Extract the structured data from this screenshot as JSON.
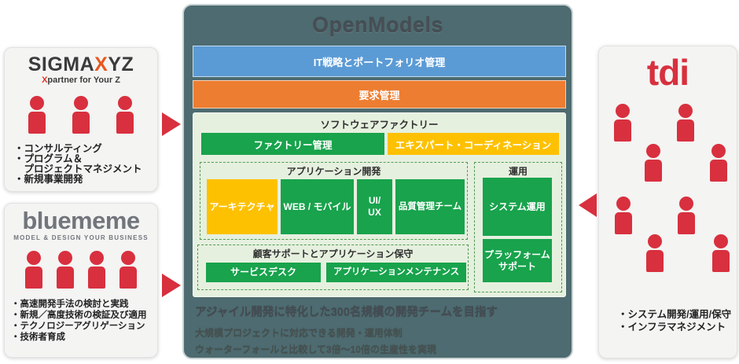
{
  "colors": {
    "panel_teal": "#4d6b70",
    "card_gray": "#f4f4f3",
    "blue_bar": "#5b9bd5",
    "orange_bar": "#ed7d31",
    "factory_bg": "#e6f0df",
    "green_box": "#18a34c",
    "yellow_box": "#fec101",
    "red_accent": "#d8303e",
    "dashed_green": "#4f9b51"
  },
  "sigmaxyz": {
    "logo_pre": "SIGMA",
    "logo_x": "X",
    "logo_post": "YZ",
    "tagline_x": "X",
    "tagline_rest": "partner for Your Z",
    "person_count": 3,
    "bullets": [
      "・コンサルティング",
      "・プログラム＆",
      "　プロジェクトマネジメント",
      "・新規事業開発"
    ]
  },
  "bluememe": {
    "logo": "bluememe",
    "tagline": "MODEL & DESIGN YOUR BUSINESS",
    "person_count": 4,
    "bullets": [
      "・高速開発手法の検討と実践",
      "・新規／高度技術の検証及び適用",
      "・テクノロジーアグリゲーション",
      "・技術者育成"
    ]
  },
  "tdi": {
    "logo": "tdi",
    "person_count": 8,
    "bullets": [
      "・システム開発/運用/保守",
      "・インフラマネジメント"
    ]
  },
  "openmodels": {
    "title": "OpenModels",
    "it_strategy_bar": "IT戦略とポートフォリオ管理",
    "requirements_bar": "要求管理",
    "factory": {
      "title": "ソフトウェアファクトリー",
      "factory_management": "ファクトリー管理",
      "expert_coordination": "エキスパート・コーディネーション",
      "app_dev": {
        "title": "アプリケーション開発",
        "boxes": [
          {
            "label": "アーキテクチャ"
          },
          {
            "label": "WEB / モバイル"
          },
          {
            "label": "UI/",
            "label2": "UX"
          },
          {
            "label": "品質管理チーム"
          }
        ]
      },
      "operations": {
        "title": "運用",
        "boxes": [
          {
            "label": "システム運用"
          },
          {
            "label": "プラッフォーム",
            "label2": "サポート"
          }
        ]
      },
      "support": {
        "title": "顧客サポートとアプリケーション保守",
        "boxes": [
          {
            "label": "サービスデスク"
          },
          {
            "label": "アプリケーションメンテナンス"
          }
        ]
      }
    },
    "footer": {
      "headline": "アジャイル開発に特化した300名規模の開発チームを目指す",
      "lines": [
        "大規模プロジェクトに対応できる開発・運用体制",
        "ウォーターフォールと比較して3倍～10倍の生産性を実現"
      ]
    }
  }
}
